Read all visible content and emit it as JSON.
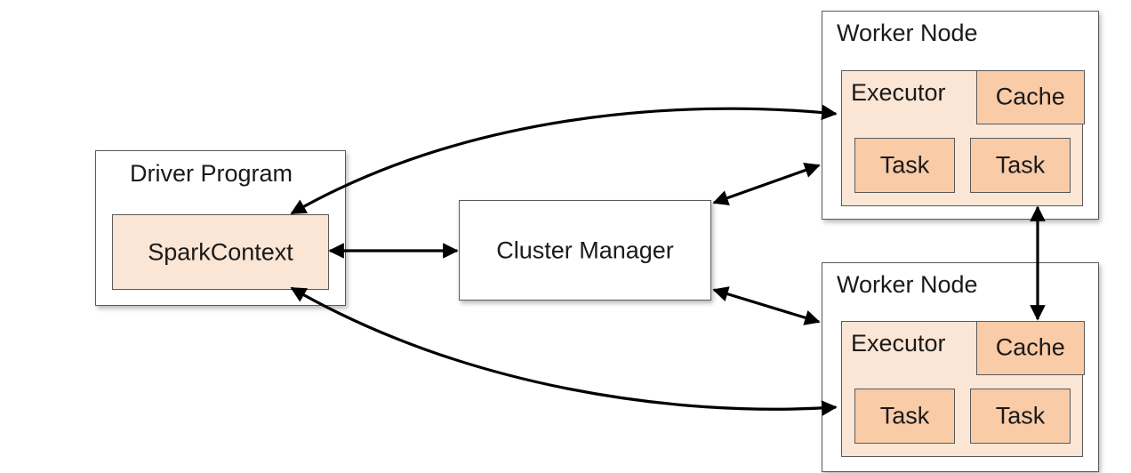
{
  "driver": {
    "title": "Driver Program",
    "context": "SparkContext"
  },
  "cluster_manager": {
    "label": "Cluster Manager"
  },
  "workers": [
    {
      "title": "Worker Node",
      "executor": "Executor",
      "cache": "Cache",
      "tasks": [
        "Task",
        "Task"
      ]
    },
    {
      "title": "Worker Node",
      "executor": "Executor",
      "cache": "Cache",
      "tasks": [
        "Task",
        "Task"
      ]
    }
  ],
  "colors": {
    "box_border": "#5a5a5a",
    "executor_fill": "#fbe5d4",
    "task_fill": "#f9cba7",
    "arrow": "#000000"
  }
}
